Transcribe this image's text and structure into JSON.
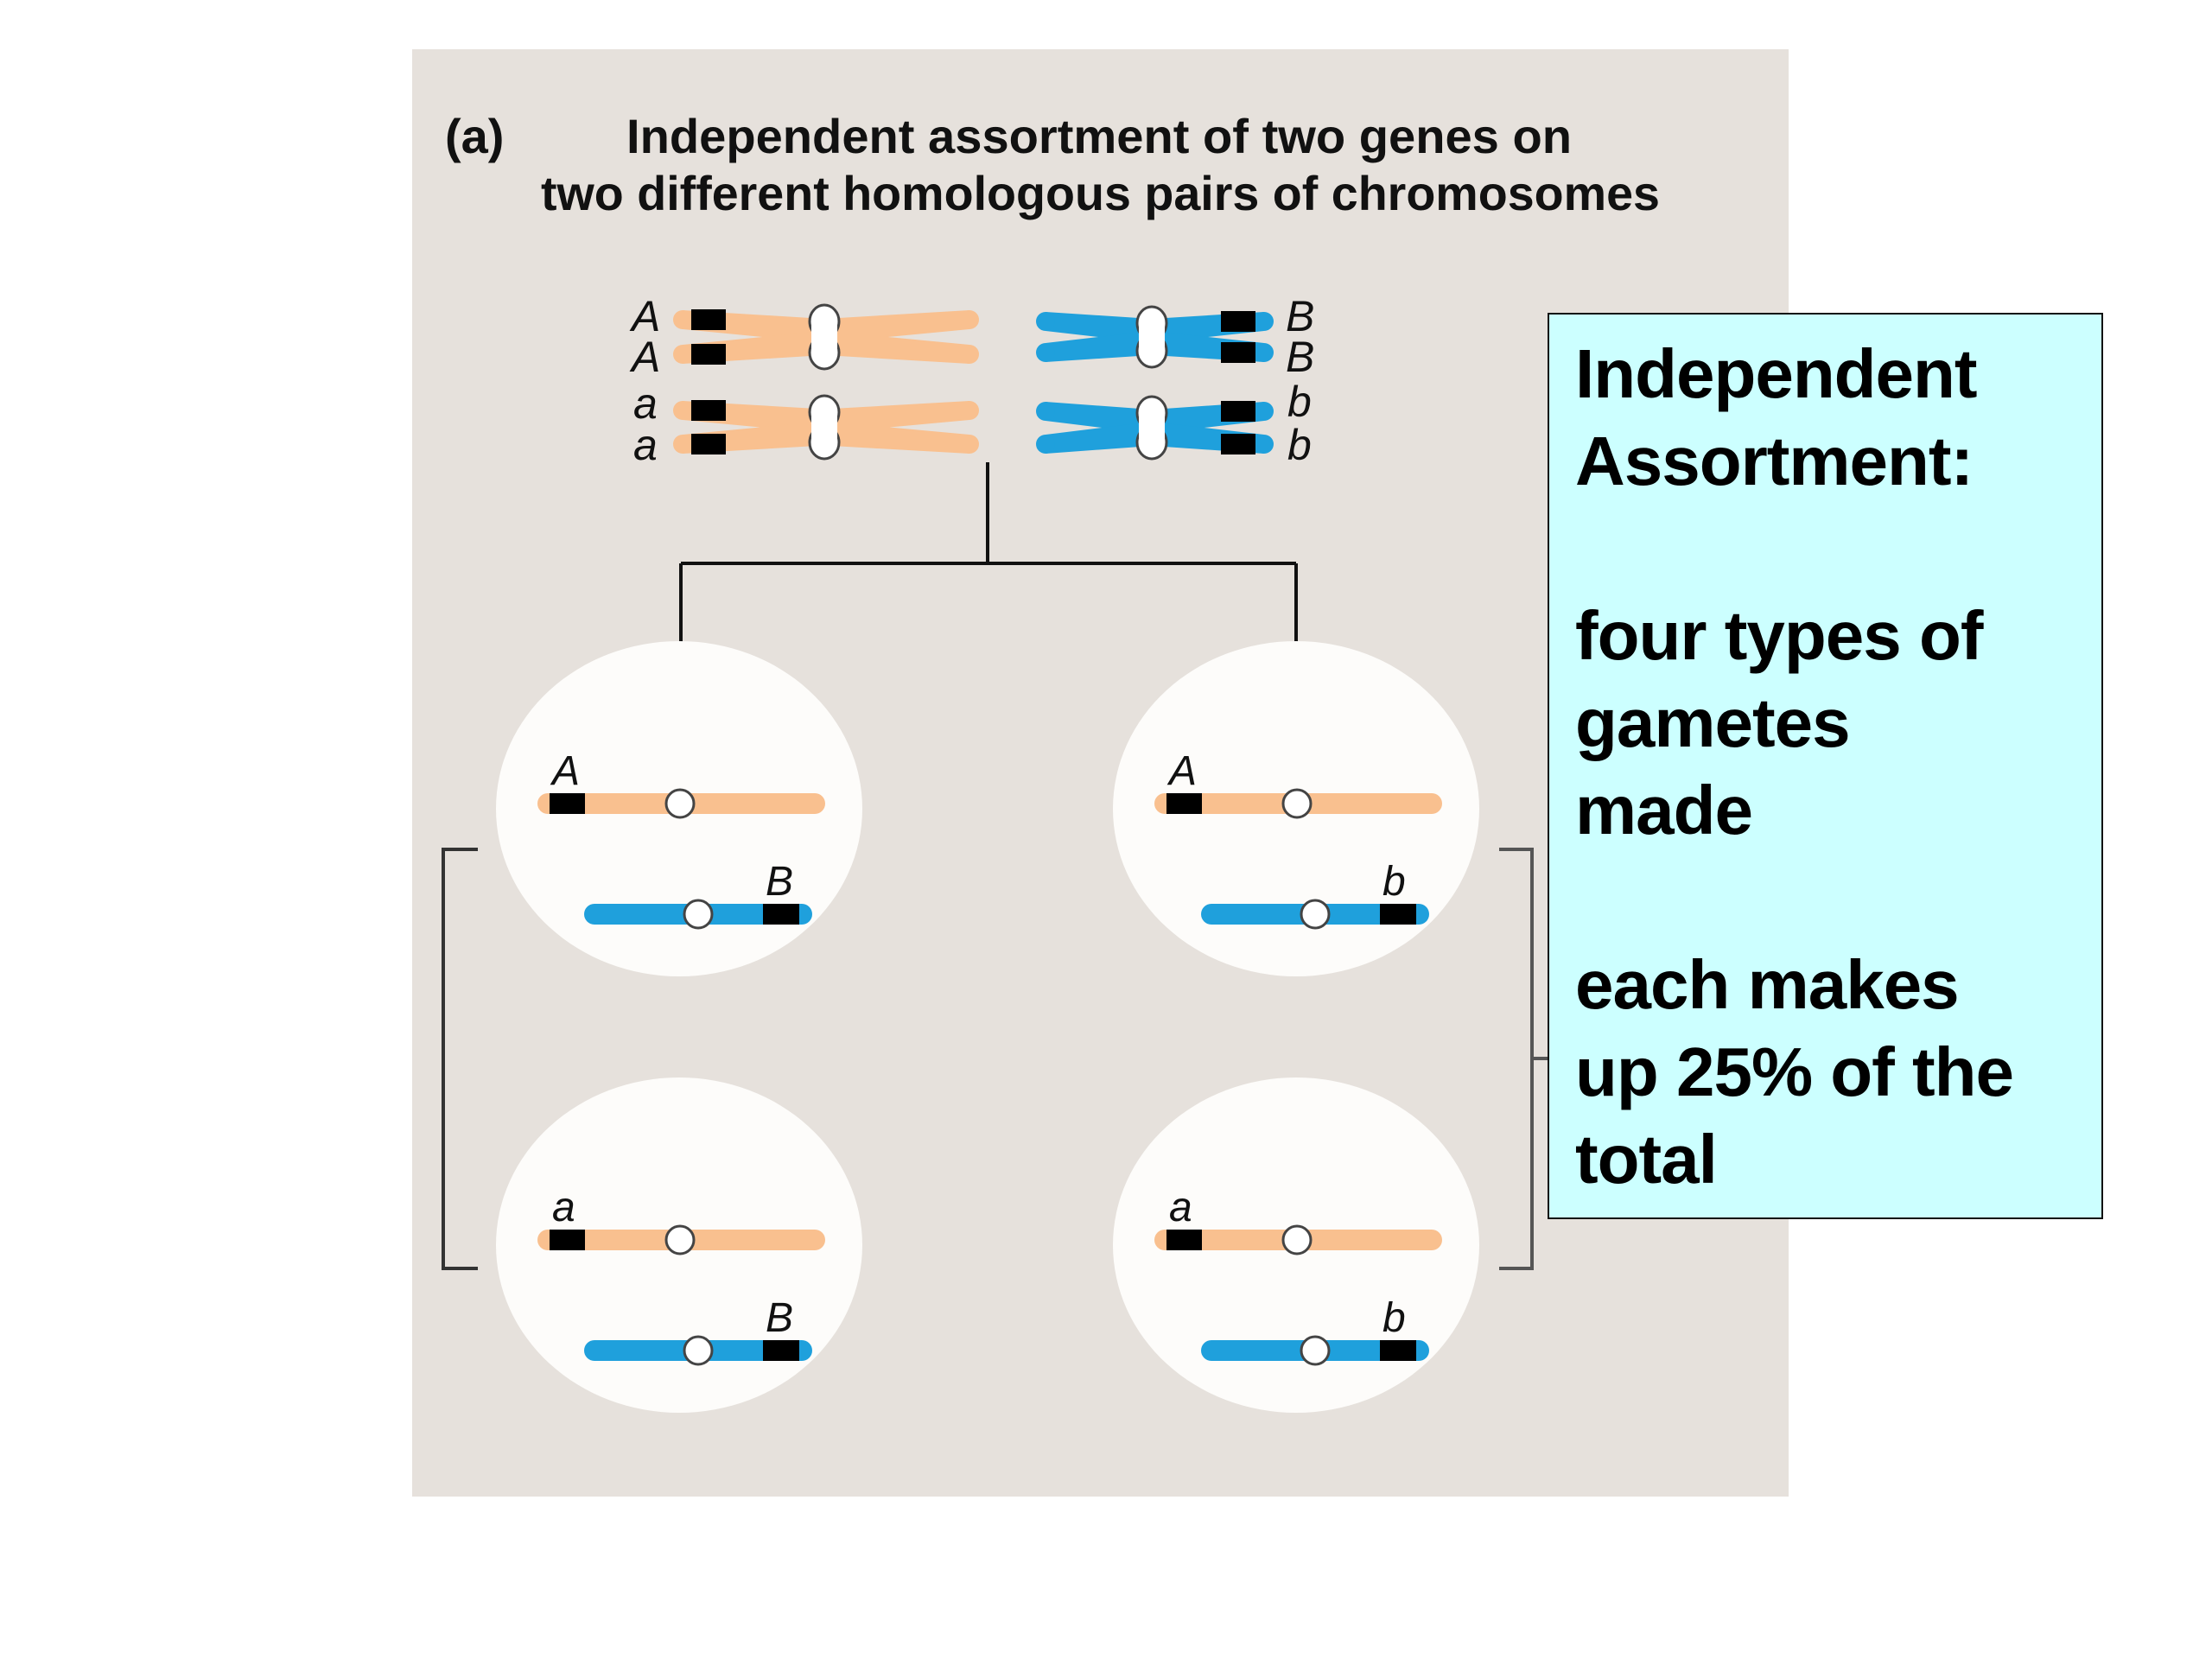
{
  "figure": {
    "panel_label": "(a)",
    "title_lines": [
      "Independent assortment of two genes on",
      "two different homologous pairs of chromosomes"
    ],
    "parent_cell": {
      "pairs": [
        {
          "gene": "A",
          "chromosome_color": "orange",
          "labels": [
            "A",
            "A",
            "a",
            "a"
          ]
        },
        {
          "gene": "B",
          "chromosome_color": "blue",
          "labels": [
            "B",
            "B",
            "b",
            "b"
          ]
        }
      ]
    },
    "gametes": [
      {
        "position": "top-left",
        "allele_1": "A",
        "allele_2": "B"
      },
      {
        "position": "top-right",
        "allele_1": "A",
        "allele_2": "b"
      },
      {
        "position": "bottom-left",
        "allele_1": "a",
        "allele_2": "B"
      },
      {
        "position": "bottom-right",
        "allele_1": "a",
        "allele_2": "b"
      }
    ],
    "colors": {
      "panel_background": "#e6e1dc",
      "chromosome_orange": "#f9c08f",
      "chromosome_blue": "#1fa0dc",
      "gene_band": "#000000",
      "gamete_fill": "#fdfcfa",
      "callout_background": "#ccffff"
    }
  },
  "callout": {
    "paragraphs": [
      "Independent\nAssortment:",
      "four types of\ngametes\nmade",
      "each makes\nup 25% of the\ntotal"
    ]
  }
}
